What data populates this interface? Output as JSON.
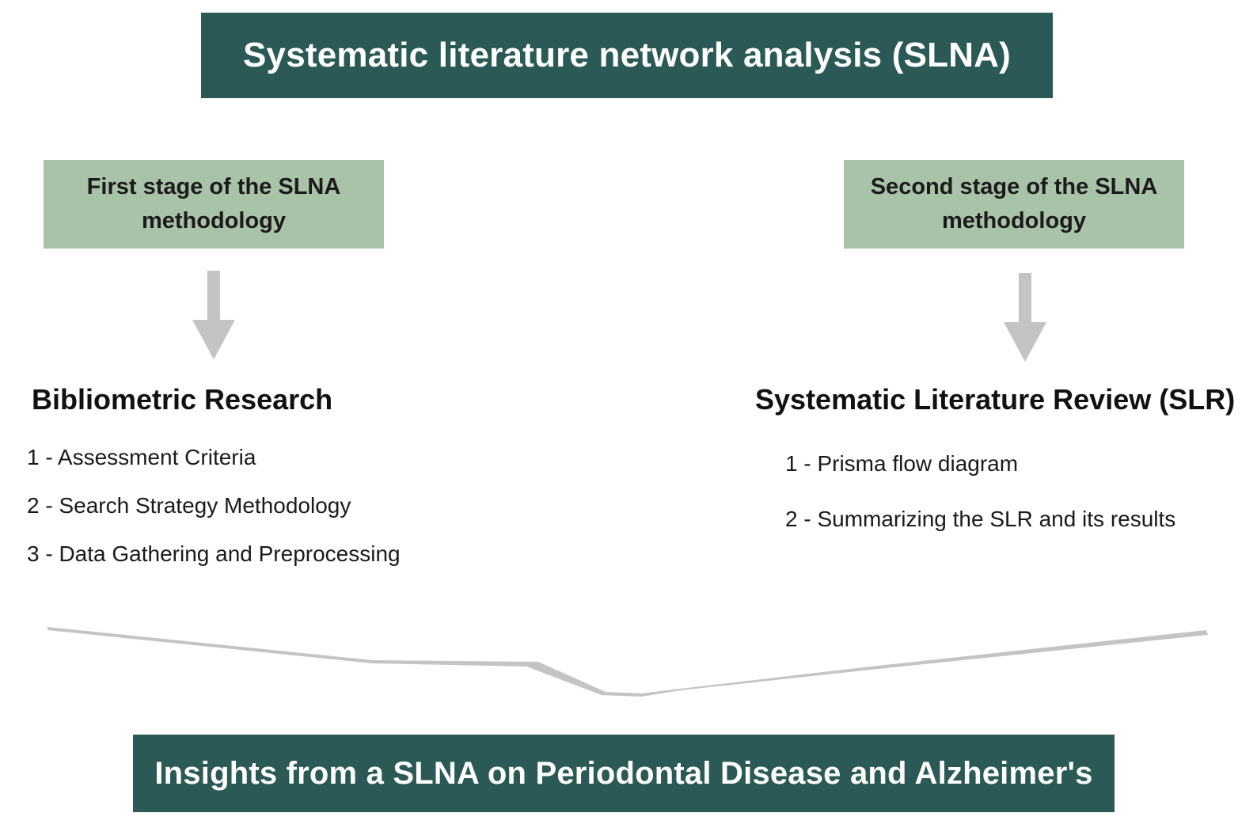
{
  "title": "Systematic literature network analysis (SLNA)",
  "stages": [
    {
      "label_line1": "First stage of the SLNA",
      "label_line2": "methodology",
      "heading": "Bibliometric Research",
      "steps": [
        "1 - Assessment Criteria",
        "2 - Search Strategy Methodology",
        "3 - Data Gathering and Preprocessing"
      ]
    },
    {
      "label_line1": "Second stage of the SLNA",
      "label_line2": "methodology",
      "heading": "Systematic Literature Review (SLR)",
      "steps": [
        "1 - Prisma flow diagram",
        "2 - Summarizing the SLR and its results"
      ]
    }
  ],
  "conclusion": "Insights from a SLNA on Periodontal Disease and Alzheimer's",
  "colors": {
    "banner": "#2a5956",
    "stage_box": "#a9c3a8",
    "arrow": "#c4c4c4"
  }
}
